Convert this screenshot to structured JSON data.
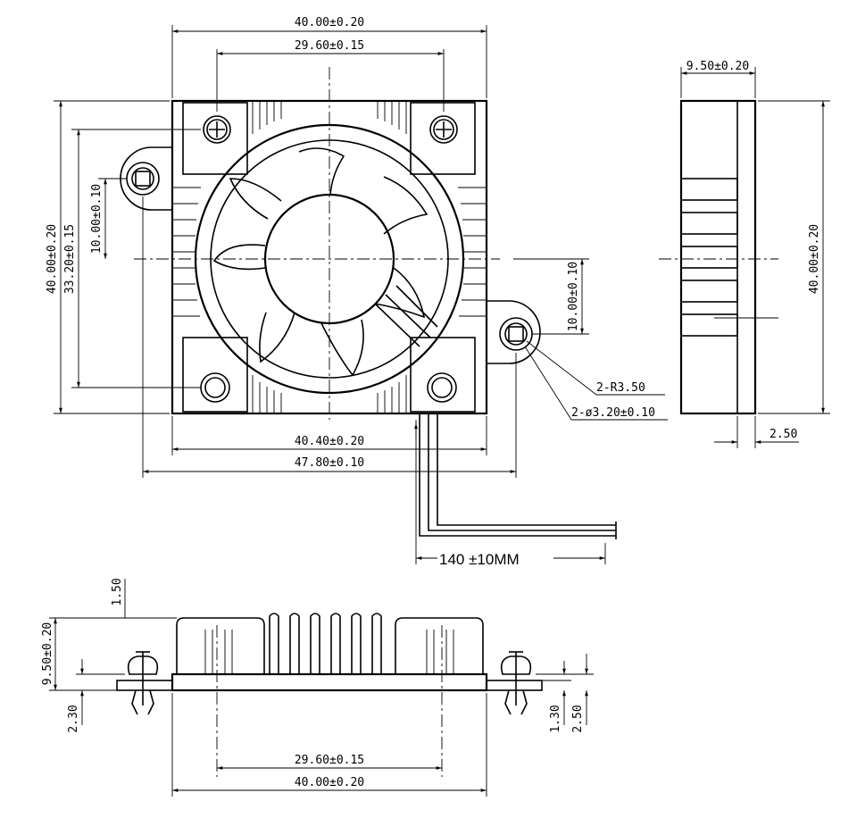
{
  "top_view": {
    "dim_width": "40.00±0.20",
    "dim_hole_spacing": "29.60±0.15",
    "dim_height": "40.00±0.20",
    "dim_hole_v_spacing": "33.20±0.15",
    "dim_left_offset": "10.00±0.10",
    "dim_right_offset": "10.00±0.10",
    "dim_base_width": "40.40±0.20",
    "dim_tab_span": "47.80±0.10",
    "note_radius": "2-R3.50",
    "note_hole": "2-ø3.20±0.10",
    "cable_length": "140 ±10MM"
  },
  "side_view": {
    "dim_thickness": "9.50±0.20",
    "dim_height": "40.00±0.20",
    "dim_base": "2.50"
  },
  "front_view": {
    "dim_top_gap": "1.50",
    "dim_thickness": "9.50±0.20",
    "dim_clip": "2.30",
    "dim_right_a": "1.30",
    "dim_right_b": "2.50",
    "dim_hole_spacing": "29.60±0.15",
    "dim_width": "40.00±0.20"
  }
}
